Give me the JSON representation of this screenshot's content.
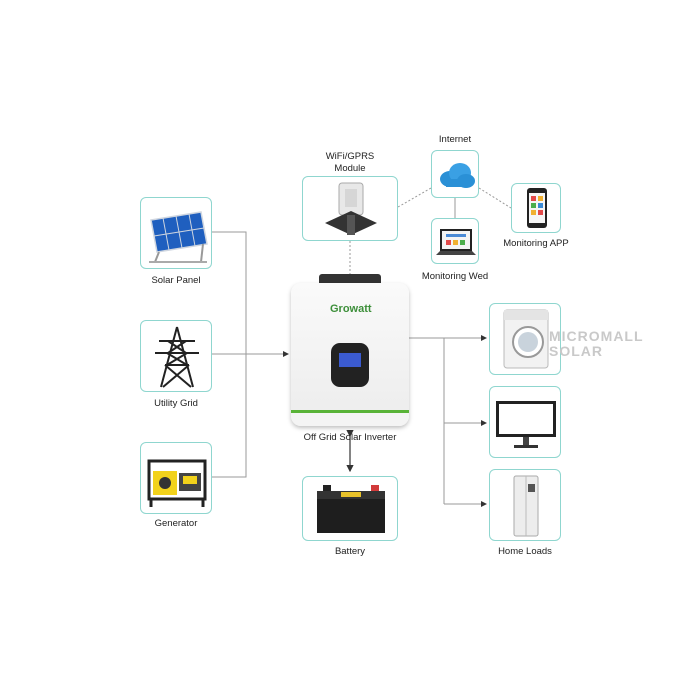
{
  "nodes": {
    "solar_panel": {
      "label": "Solar Panel",
      "icon": "solar-panel-icon"
    },
    "utility_grid": {
      "label": "Utility Grid",
      "icon": "power-tower-icon"
    },
    "generator": {
      "label": "Generator",
      "icon": "generator-icon"
    },
    "wifi_module": {
      "label": "WiFi/GPRS\nModule",
      "icon": "wifi-module-icon"
    },
    "internet": {
      "label": "Internet",
      "icon": "cloud-icon"
    },
    "monitoring_web": {
      "label": "Monitoring Wed",
      "icon": "laptop-icon"
    },
    "monitoring_app": {
      "label": "Monitoring APP",
      "icon": "smartphone-icon"
    },
    "inverter": {
      "label": "Off Grid Solar Inverter",
      "brand": "Growatt",
      "icon": "inverter-icon"
    },
    "battery": {
      "label": "Battery",
      "icon": "battery-icon"
    },
    "washing_machine": {
      "icon": "washing-machine-icon"
    },
    "monitor": {
      "icon": "monitor-icon"
    },
    "refrigerator": {
      "icon": "refrigerator-icon"
    },
    "home_loads": {
      "label": "Home Loads"
    }
  },
  "watermark": {
    "line1": "MICROMALL",
    "line2": "SOLAR"
  },
  "colors": {
    "box_border": "#8fd6cf",
    "line": "#9a9a9a",
    "brand_green": "#3d8f3a",
    "stripe_green": "#59b338"
  }
}
